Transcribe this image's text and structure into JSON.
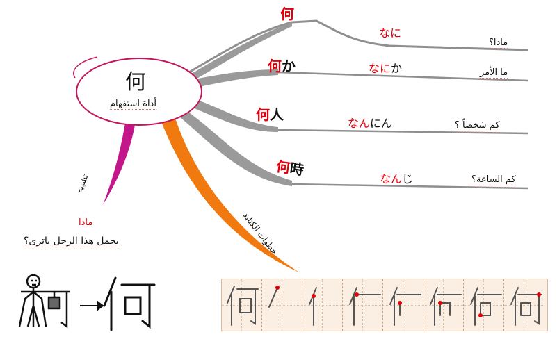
{
  "center": {
    "kanji": "何",
    "subtitle": "أداة استفهام"
  },
  "branches": [
    {
      "word": "何",
      "word_suffix": "",
      "reading_red": "なに",
      "reading_black": "",
      "meaning": "ماذا؟"
    },
    {
      "word": "何",
      "word_suffix": "か",
      "reading_red": "なに",
      "reading_black": "か",
      "meaning": "ما الأمر"
    },
    {
      "word": "何",
      "word_suffix": "人",
      "reading_red": "なん",
      "reading_black": "にん",
      "meaning": "كم شخصاً ؟"
    },
    {
      "word": "何",
      "word_suffix": "時",
      "reading_red": "なん",
      "reading_black": "じ",
      "meaning": "كم الساعة؟"
    }
  ],
  "mnemonic": {
    "branch_label": "تشبيه",
    "title": "ماذا",
    "question": "يحمل هذا الرجل ياترى؟",
    "arrow": "→",
    "result_kanji": "何"
  },
  "stroke_order": {
    "branch_label": "خطوات الكتابة",
    "steps": 8
  },
  "colors": {
    "accent_red": "#e0000a",
    "center_border": "#c2185b",
    "magenta_branch": "#c2168a",
    "orange_branch": "#f07a10",
    "gray_branch": "#8f8f8f"
  }
}
